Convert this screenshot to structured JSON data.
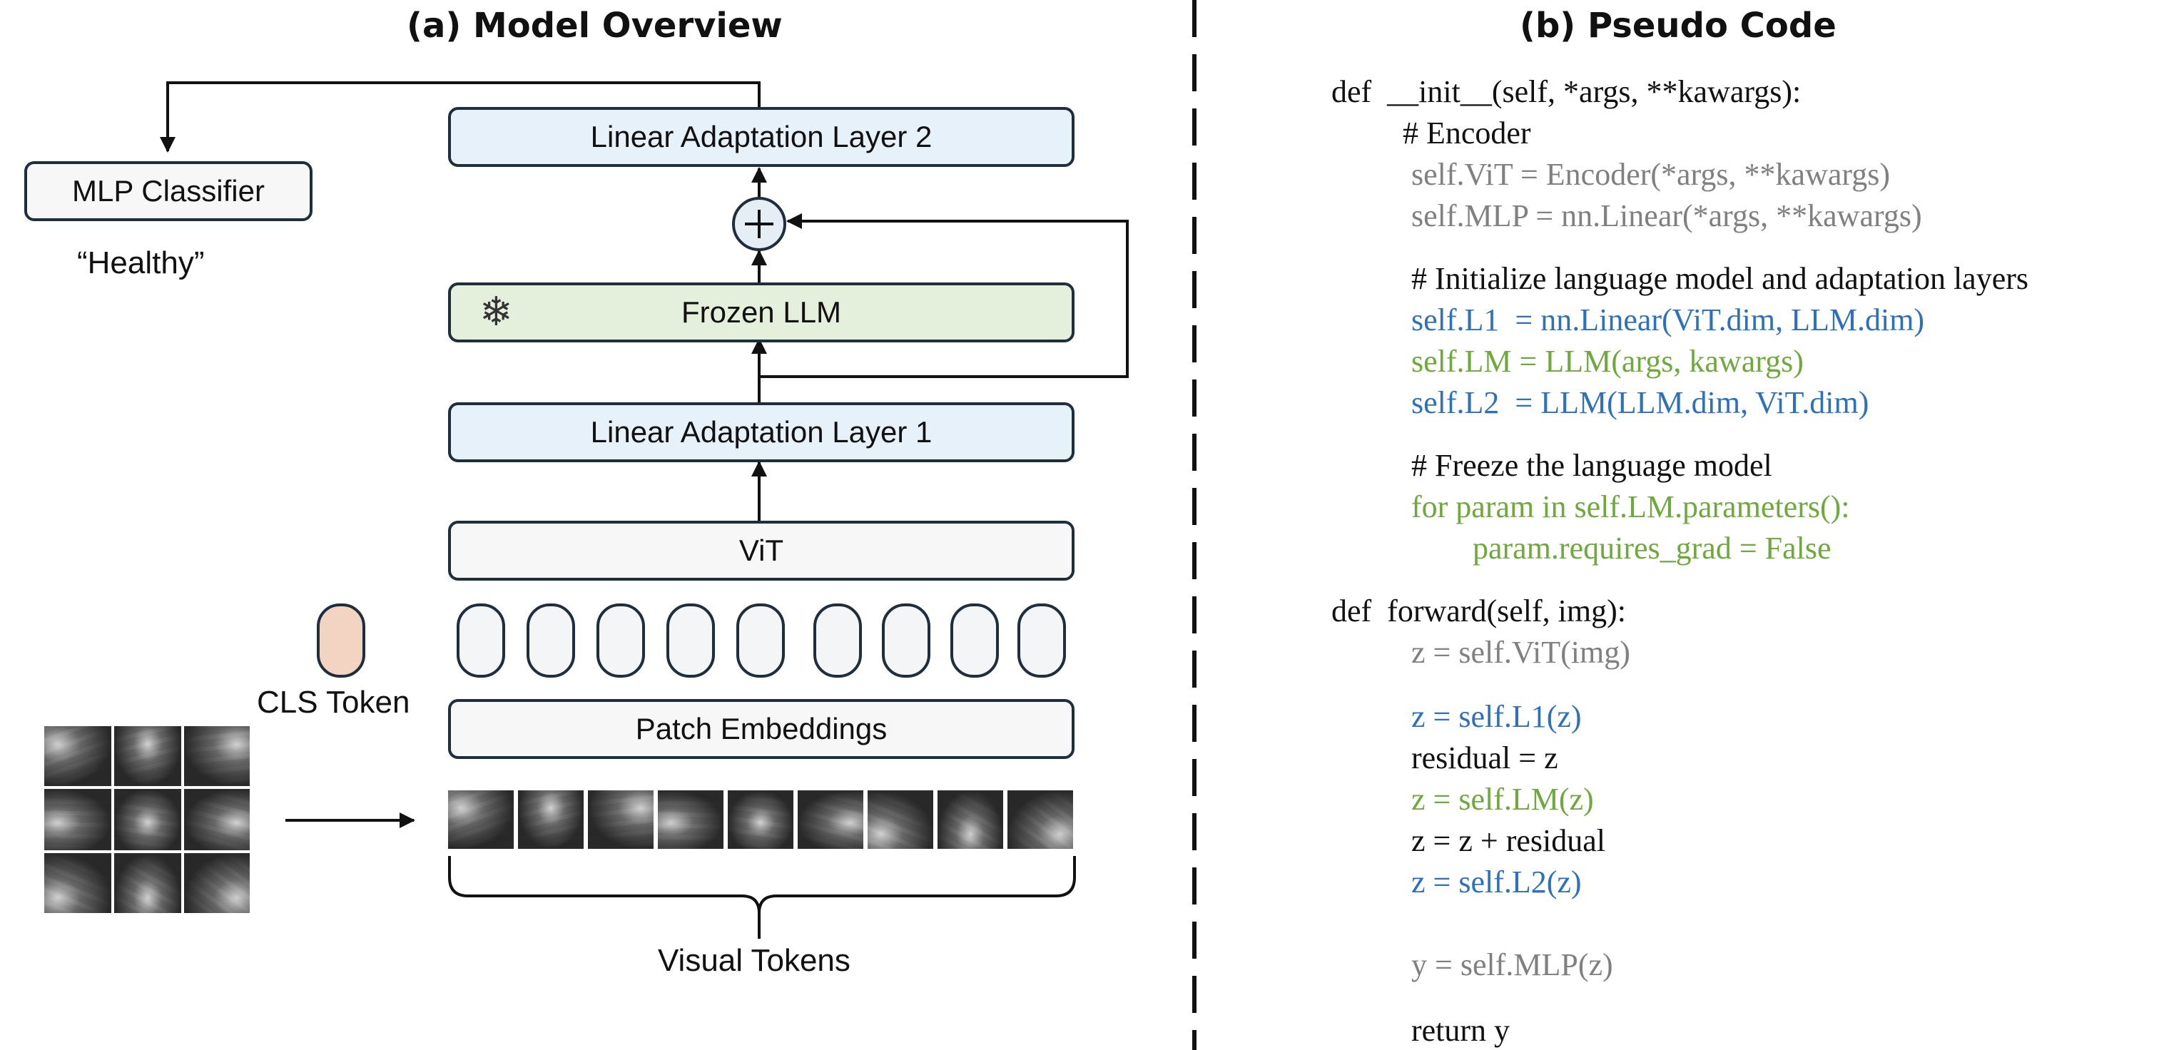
{
  "panel_a": {
    "title": "(a) Model Overview",
    "boxes": {
      "linear_adaptation_layer_2": "Linear Adaptation Layer 2",
      "mlp_classifier": "MLP Classifier",
      "frozen_llm": "Frozen LLM",
      "linear_adaptation_layer_1": "Linear Adaptation Layer 1",
      "vit": "ViT",
      "patch_embeddings": "Patch Embeddings"
    },
    "output_label": "“Healthy”",
    "cls_token_label": "CLS Token",
    "visual_tokens_label": "Visual Tokens",
    "frozen_icon": "snowflake-icon",
    "token_count": 9,
    "patch_count": 9,
    "colors": {
      "adaptation_layer_fill": "#e6f1f9",
      "frozen_llm_fill": "#e4efdc",
      "cls_token_fill": "#f3d4c3",
      "box_border": "#1f2e3d"
    }
  },
  "panel_b": {
    "title": "(b) Pseudo Code",
    "lines": [
      {
        "text": "def  __init__(self, *args, **kawargs):",
        "color": "black"
      },
      {
        "text": "# Encoder",
        "color": "black"
      },
      {
        "text": "self.ViT = Encoder(*args, **kawargs)",
        "color": "gray"
      },
      {
        "text": "self.MLP = nn.Linear(*args, **kawargs)",
        "color": "gray"
      },
      {
        "text": "# Initialize language model and adaptation layers",
        "color": "black"
      },
      {
        "text": "self.L1  = nn.Linear(ViT.dim, LLM.dim)",
        "color": "blue"
      },
      {
        "text": "self.LM = LLM(args, kawargs)",
        "color": "green"
      },
      {
        "text": "self.L2  = LLM(LLM.dim, ViT.dim)",
        "color": "blue"
      },
      {
        "text": "# Freeze the language model",
        "color": "black"
      },
      {
        "text": "for param in self.LM.parameters():",
        "color": "green"
      },
      {
        "text": "param.requires_grad = False",
        "color": "green"
      },
      {
        "text": "def  forward(self, img):",
        "color": "black"
      },
      {
        "text": "z = self.ViT(img)",
        "color": "gray"
      },
      {
        "text": "z = self.L1(z)",
        "color": "blue"
      },
      {
        "text": "residual = z",
        "color": "black"
      },
      {
        "text": "z = self.LM(z)",
        "color": "green"
      },
      {
        "text": "z = z + residual",
        "color": "black"
      },
      {
        "text": "z = self.L2(z)",
        "color": "blue"
      },
      {
        "text": "y = self.MLP(z)",
        "color": "gray"
      },
      {
        "text": "return y",
        "color": "black"
      }
    ],
    "colors": {
      "black": "#111111",
      "gray": "#808080",
      "blue": "#2e71b8",
      "green": "#6fa83d"
    }
  }
}
